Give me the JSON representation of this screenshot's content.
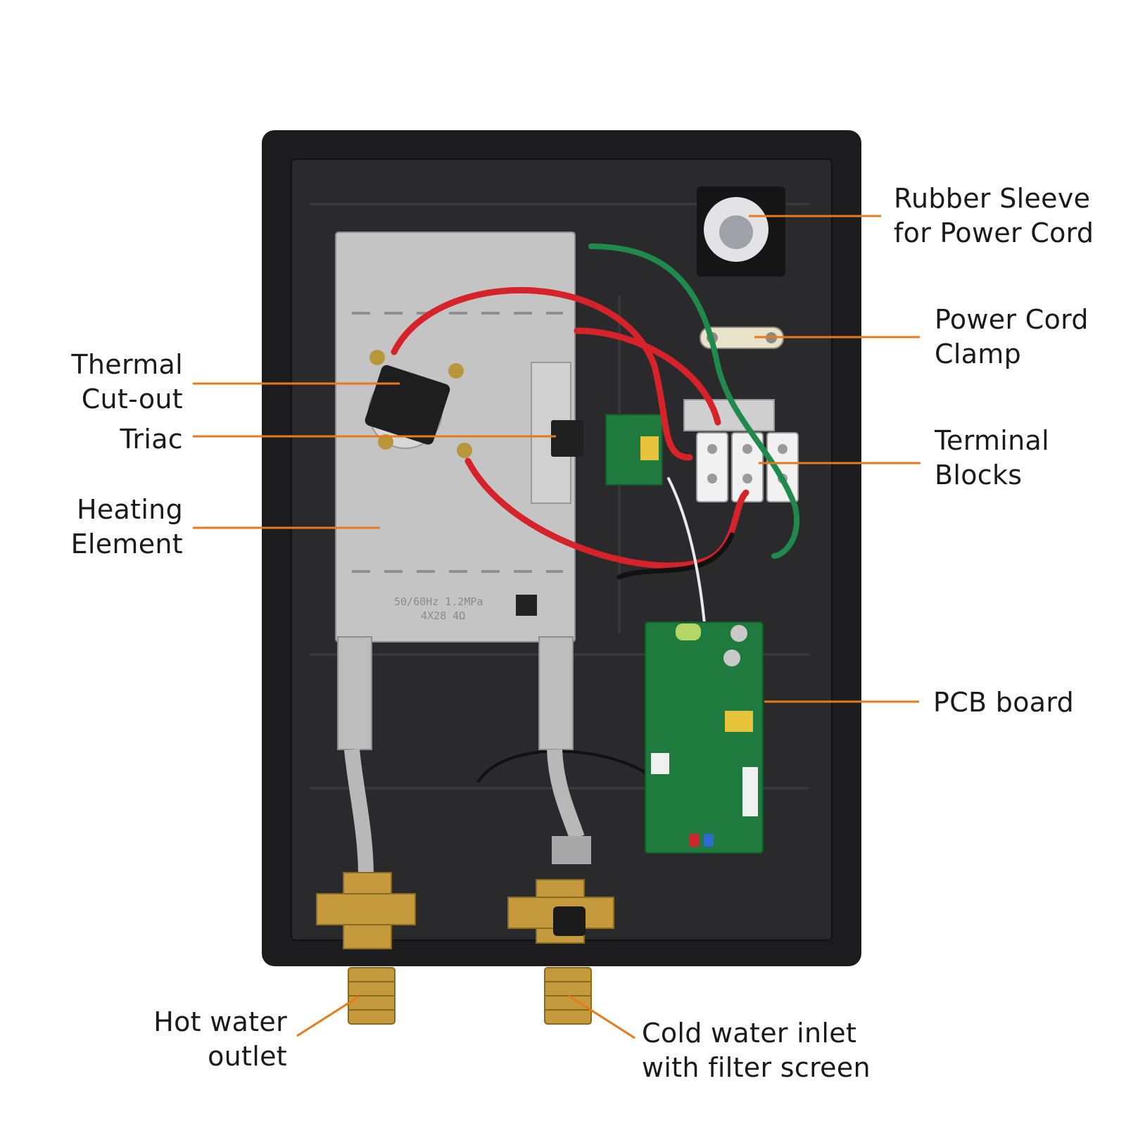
{
  "colors": {
    "leader_line": "#e8791c",
    "housing": "#1c1c1e",
    "heating_element": "#c4c4c4",
    "pcb": "#1f7a3e",
    "wire_red": "#d6232a",
    "wire_green": "#1f8a4c",
    "brass": "#c49a3c"
  },
  "labels": {
    "rubber_sleeve": [
      "Rubber Sleeve",
      "for Power Cord"
    ],
    "power_cord_clamp": [
      "Power Cord",
      "Clamp"
    ],
    "terminal_blocks": [
      "Terminal",
      "Blocks"
    ],
    "pcb_board": [
      "PCB board"
    ],
    "thermal_cutout": [
      "Thermal",
      "Cut-out"
    ],
    "triac": [
      "Triac"
    ],
    "heating_element": [
      "Heating",
      "Element"
    ],
    "hot_water_outlet": [
      "Hot water",
      "outlet"
    ],
    "cold_water_inlet": [
      "Cold water inlet",
      "with filter screen"
    ]
  },
  "element_markings": {
    "spec_line_1": "50/60Hz 1.2MPa",
    "spec_line_2": "4X28 4Ω"
  }
}
